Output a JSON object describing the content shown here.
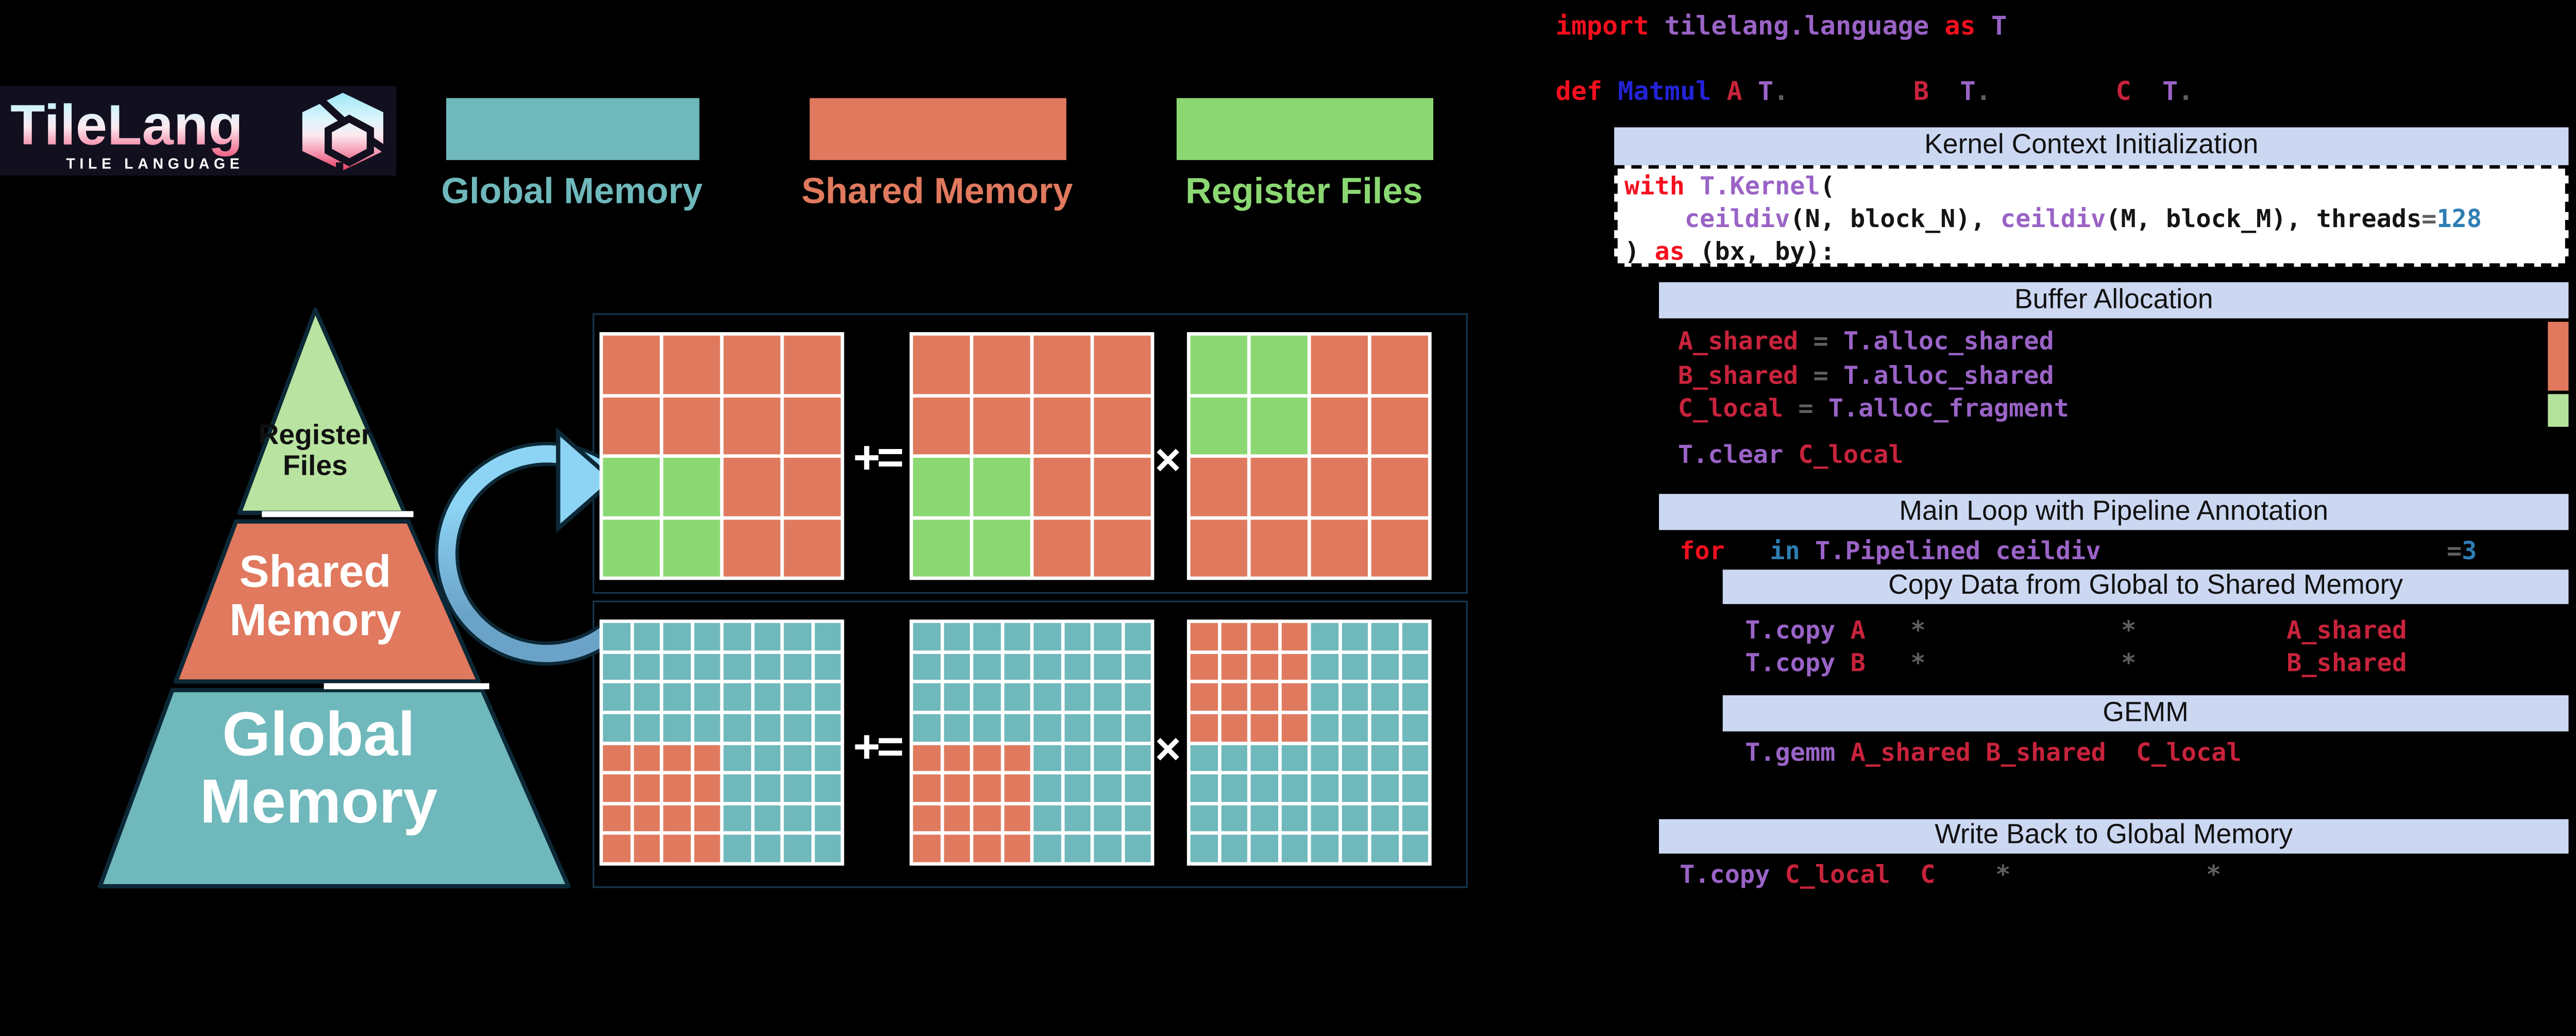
{
  "logo": {
    "title": "TileLang",
    "subtitle": "TILE LANGUAGE"
  },
  "legend": {
    "items": [
      {
        "label": "Global Memory",
        "color": "#6fb8bb"
      },
      {
        "label": "Shared Memory",
        "color": "#e0795e"
      },
      {
        "label": "Register Files",
        "color": "#8bd873"
      }
    ]
  },
  "pyramid": {
    "tiers": [
      {
        "name": "register-files",
        "l1": "Register",
        "l2": "Files",
        "color": "#b9e3a0",
        "text_color": "#111111"
      },
      {
        "name": "shared-memory",
        "l1": "Shared",
        "l2": "Memory",
        "color": "#e0795e",
        "text_color": "#ffffff"
      },
      {
        "name": "global-memory",
        "l1": "Global",
        "l2": "Memory",
        "color": "#6fb8bb",
        "text_color": "#ffffff"
      }
    ]
  },
  "operators": {
    "accum": "+=",
    "mul": "×"
  },
  "colors": {
    "teal": "#6fb8bb",
    "salmon": "#e07a5e",
    "green": "#8bd873",
    "header_bg": "#ccd8f2",
    "bar_salmon": "#e0795c",
    "bar_green": "#b5e29b",
    "arrow_light": "#8dd4f4",
    "arrow_dark": "#6ba3c8",
    "outline_dark": "#0c2836"
  },
  "matrices": {
    "top_left": {
      "rows": 4,
      "cols": 4,
      "base": "salmon",
      "blocks": [
        {
          "r": 2,
          "c": 0,
          "h": 2,
          "w": 2,
          "color": "green"
        }
      ]
    },
    "top_mid": {
      "rows": 4,
      "cols": 4,
      "base": "salmon",
      "blocks": [
        {
          "r": 2,
          "c": 0,
          "h": 2,
          "w": 2,
          "color": "green"
        }
      ]
    },
    "top_right": {
      "rows": 4,
      "cols": 4,
      "base": "salmon",
      "blocks": [
        {
          "r": 0,
          "c": 0,
          "h": 2,
          "w": 2,
          "color": "green"
        }
      ]
    },
    "bottom_left": {
      "rows": 8,
      "cols": 8,
      "base": "teal",
      "blocks": [
        {
          "r": 4,
          "c": 0,
          "h": 4,
          "w": 4,
          "color": "salmon"
        }
      ]
    },
    "bottom_mid": {
      "rows": 8,
      "cols": 8,
      "base": "teal",
      "blocks": [
        {
          "r": 4,
          "c": 0,
          "h": 4,
          "w": 4,
          "color": "salmon"
        }
      ]
    },
    "bottom_right": {
      "rows": 8,
      "cols": 8,
      "base": "teal",
      "blocks": [
        {
          "r": 0,
          "c": 0,
          "h": 4,
          "w": 4,
          "color": "salmon"
        }
      ]
    }
  },
  "sections": {
    "kernel": "Kernel Context Initialization",
    "buffer": "Buffer Allocation",
    "main": "Main Loop with Pipeline Annotation",
    "copy": "Copy Data from Global to Shared Memory",
    "gemm": "GEMM",
    "write": "Write Back to Global Memory"
  },
  "code": {
    "lines": {
      "import": [
        [
          "import",
          "kw"
        ],
        [
          " ",
          "pl"
        ],
        [
          "tilelang.language",
          "fn"
        ],
        [
          " ",
          "pl"
        ],
        [
          "as",
          "kw"
        ],
        [
          " ",
          "pl"
        ],
        [
          "T",
          "fn"
        ]
      ],
      "def": [
        [
          "def",
          "kw"
        ],
        [
          " ",
          "pl"
        ],
        [
          "Matmul",
          "def"
        ],
        [
          " ",
          "pl"
        ],
        [
          "A",
          "id"
        ],
        [
          " ",
          "pl"
        ],
        [
          "T",
          "fn"
        ],
        [
          ".",
          "op"
        ],
        [
          "        ",
          "pl"
        ],
        [
          "B",
          "id"
        ],
        [
          "  ",
          "pl"
        ],
        [
          "T",
          "fn"
        ],
        [
          ".",
          "op"
        ],
        [
          "        ",
          "pl"
        ],
        [
          "C",
          "id"
        ],
        [
          "  ",
          "pl"
        ],
        [
          "T",
          "fn"
        ],
        [
          ".",
          "op"
        ]
      ],
      "with": [
        [
          "with",
          "kw"
        ],
        [
          " ",
          "pl"
        ],
        [
          "T.Kernel",
          "fn"
        ],
        [
          "(",
          "pl"
        ]
      ],
      "ceildiv": [
        [
          "    ",
          "pl"
        ],
        [
          "ceildiv",
          "fn"
        ],
        [
          "(N, block_N), ",
          "pl"
        ],
        [
          "ceildiv",
          "fn"
        ],
        [
          "(M, block_M), threads",
          "pl"
        ],
        [
          "=",
          "op"
        ],
        [
          "128",
          "num"
        ]
      ],
      "as": [
        [
          ")",
          "pl"
        ],
        [
          " ",
          "pl"
        ],
        [
          "as",
          "kw"
        ],
        [
          " ",
          "pl"
        ],
        [
          "(bx, by):",
          "pl"
        ]
      ],
      "allocA": [
        [
          "A_shared",
          "id"
        ],
        [
          " ",
          "pl"
        ],
        [
          "=",
          "op"
        ],
        [
          " ",
          "pl"
        ],
        [
          "T.alloc_shared",
          "fn"
        ]
      ],
      "allocB": [
        [
          "B_shared",
          "id"
        ],
        [
          " ",
          "pl"
        ],
        [
          "=",
          "op"
        ],
        [
          " ",
          "pl"
        ],
        [
          "T.alloc_shared",
          "fn"
        ]
      ],
      "allocC": [
        [
          "C_local",
          "id"
        ],
        [
          " ",
          "pl"
        ],
        [
          "=",
          "op"
        ],
        [
          " ",
          "pl"
        ],
        [
          "T.alloc_fragment",
          "fn"
        ]
      ],
      "clear": [
        [
          "T.clear",
          "fn"
        ],
        [
          " ",
          "pl"
        ],
        [
          "C_local",
          "id"
        ]
      ],
      "for": [
        [
          "for",
          "kw"
        ],
        [
          "   ",
          "pl"
        ],
        [
          "in",
          "num"
        ],
        [
          " ",
          "pl"
        ],
        [
          "T.Pipelined",
          "fn"
        ],
        [
          " ",
          "pl"
        ],
        [
          "ceildiv",
          "fn"
        ],
        [
          "                       ",
          "pl"
        ],
        [
          "=",
          "op"
        ],
        [
          "3",
          "num"
        ]
      ],
      "copyA": [
        [
          "T.copy",
          "fn"
        ],
        [
          " ",
          "pl"
        ],
        [
          "A",
          "id"
        ],
        [
          "   ",
          "pl"
        ],
        [
          "*",
          "op"
        ],
        [
          "             ",
          "pl"
        ],
        [
          "*",
          "op"
        ],
        [
          "          ",
          "pl"
        ],
        [
          "A_shared",
          "id"
        ]
      ],
      "copyB": [
        [
          "T.copy",
          "fn"
        ],
        [
          " ",
          "pl"
        ],
        [
          "B",
          "id"
        ],
        [
          "   ",
          "pl"
        ],
        [
          "*",
          "op"
        ],
        [
          "             ",
          "pl"
        ],
        [
          "*",
          "op"
        ],
        [
          "          ",
          "pl"
        ],
        [
          "B_shared",
          "id"
        ]
      ],
      "gemm": [
        [
          "T.gemm",
          "fn"
        ],
        [
          " ",
          "pl"
        ],
        [
          "A_shared",
          "id"
        ],
        [
          " ",
          "pl"
        ],
        [
          "B_shared",
          "id"
        ],
        [
          "  ",
          "pl"
        ],
        [
          "C_local",
          "id"
        ]
      ],
      "write": [
        [
          "T.copy",
          "fn"
        ],
        [
          " ",
          "pl"
        ],
        [
          "C_local",
          "id"
        ],
        [
          "  ",
          "pl"
        ],
        [
          "C",
          "id"
        ],
        [
          "    ",
          "pl"
        ],
        [
          "*",
          "op"
        ],
        [
          "             ",
          "pl"
        ],
        [
          "*",
          "op"
        ]
      ]
    }
  }
}
